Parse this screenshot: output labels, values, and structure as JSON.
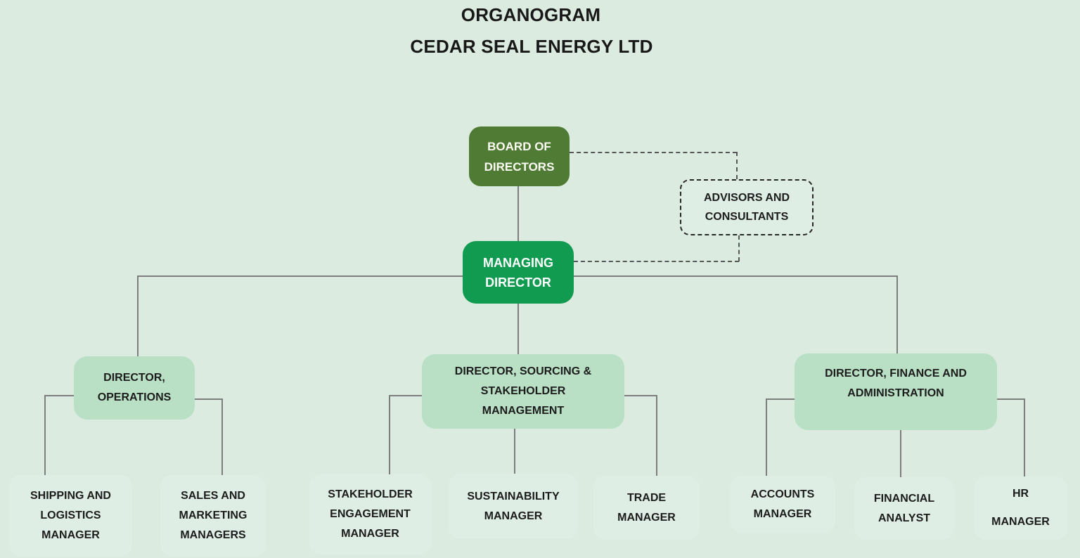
{
  "title": {
    "line1": "ORGANOGRAM",
    "line2": "CEDAR SEAL ENERGY LTD"
  },
  "colors": {
    "background": "#dbebe0",
    "board_box": "#4f7b34",
    "managing_director_box": "#119b50",
    "director_boxes": "#b9dfc5",
    "staff_boxes": "#dfeee4",
    "solid_connector": "#7d7d7d",
    "dashed_connector": "#565656",
    "dark_text": "#1c1c1c",
    "light_text": "#ffffff"
  },
  "nodes": {
    "board": {
      "label": "BOARD OF\nDIRECTORS"
    },
    "advisors": {
      "label": "ADVISORS AND\nCONSULTANTS"
    },
    "managing_director": {
      "label": "MANAGING\nDIRECTOR"
    },
    "director_operations": {
      "label": "DIRECTOR,\nOPERATIONS"
    },
    "director_sourcing": {
      "label": "DIRECTOR, SOURCING &\nSTAKEHOLDER\nMANAGEMENT"
    },
    "director_finance": {
      "label": "DIRECTOR, FINANCE AND\nADMINISTRATION"
    },
    "shipping_logistics": {
      "label": "SHIPPING AND\nLOGISTICS\nMANAGER"
    },
    "sales_marketing": {
      "label": "SALES AND\nMARKETING\nMANAGERS"
    },
    "stakeholder_engagement": {
      "label": "STAKEHOLDER\nENGAGEMENT\nMANAGER"
    },
    "sustainability": {
      "label": "SUSTAINABILITY\nMANAGER"
    },
    "trade": {
      "label": "TRADE\nMANAGER"
    },
    "accounts": {
      "label": "ACCOUNTS\nMANAGER"
    },
    "financial_analyst": {
      "label": "FINANCIAL\nANALYST"
    },
    "hr": {
      "label": "HR\nMANAGER"
    }
  }
}
